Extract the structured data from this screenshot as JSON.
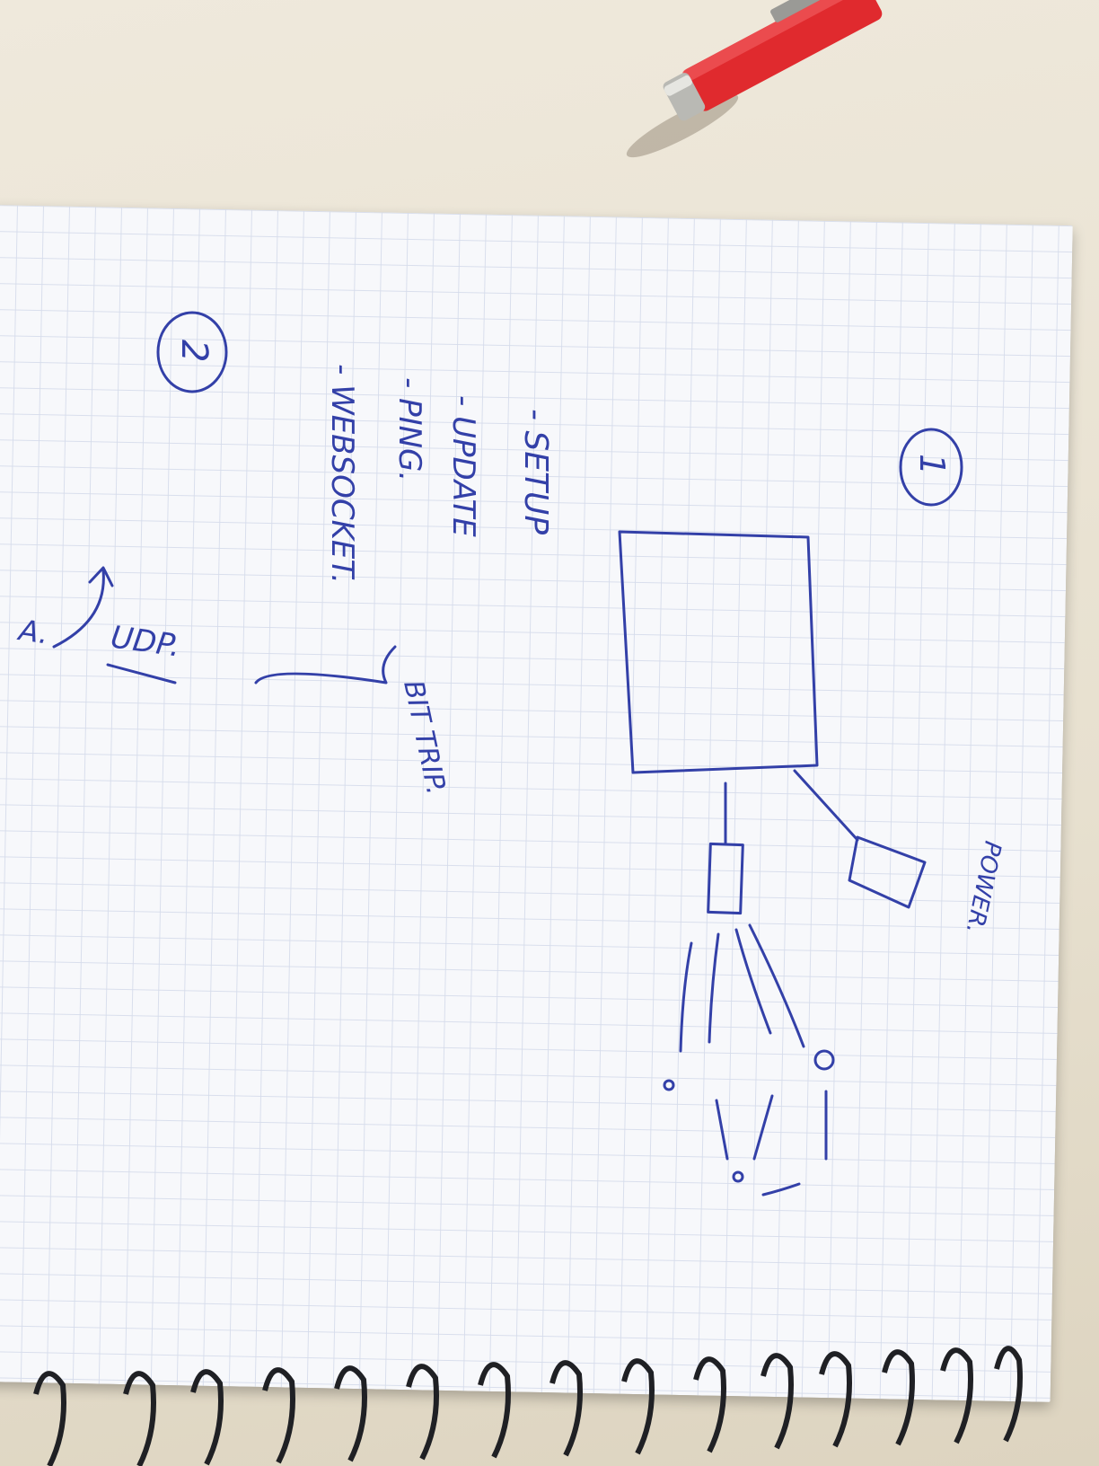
{
  "photo": {
    "subject": "handwritten sketch on spiral graph-paper notebook",
    "ink_color": "#3340a8",
    "pen_color": "#e8262b"
  },
  "notes": {
    "circle_1": "1",
    "circle_2": "2",
    "list": [
      "- SETUP",
      "- UPDATE",
      "- PING.",
      "- WEBSOCKET."
    ],
    "brace_label": "BIT TRIP.",
    "protocol": "UDP.",
    "arrow_label": "A.",
    "box_label": "POWER."
  }
}
